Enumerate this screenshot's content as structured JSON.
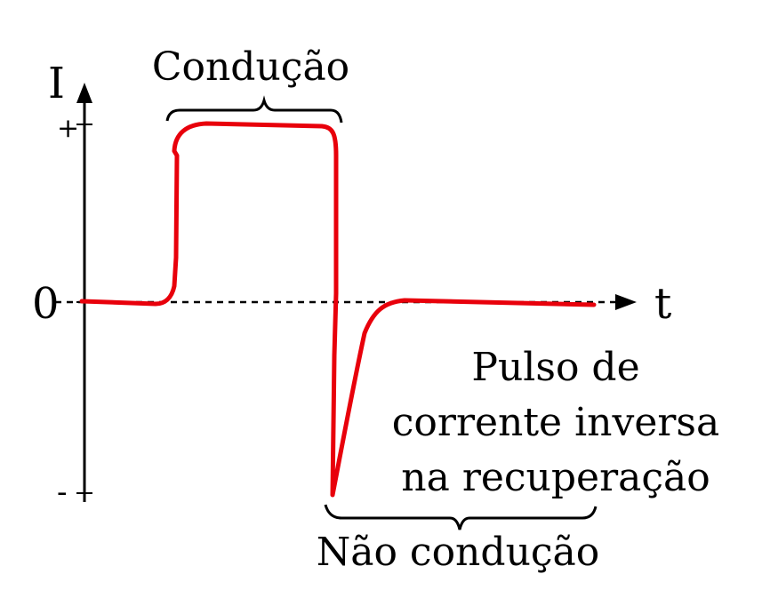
{
  "axes": {
    "y_label": "I",
    "x_label": "t",
    "tick_plus": "+",
    "tick_zero": "0",
    "tick_minus": "-"
  },
  "labels": {
    "conduction": "Condução",
    "no_conduction": "Não condução",
    "reverse_pulse": [
      "Pulso de",
      "corrente inversa",
      "na recuperação"
    ]
  },
  "colors": {
    "waveform": "#e8000b",
    "axes": "#000000"
  }
}
